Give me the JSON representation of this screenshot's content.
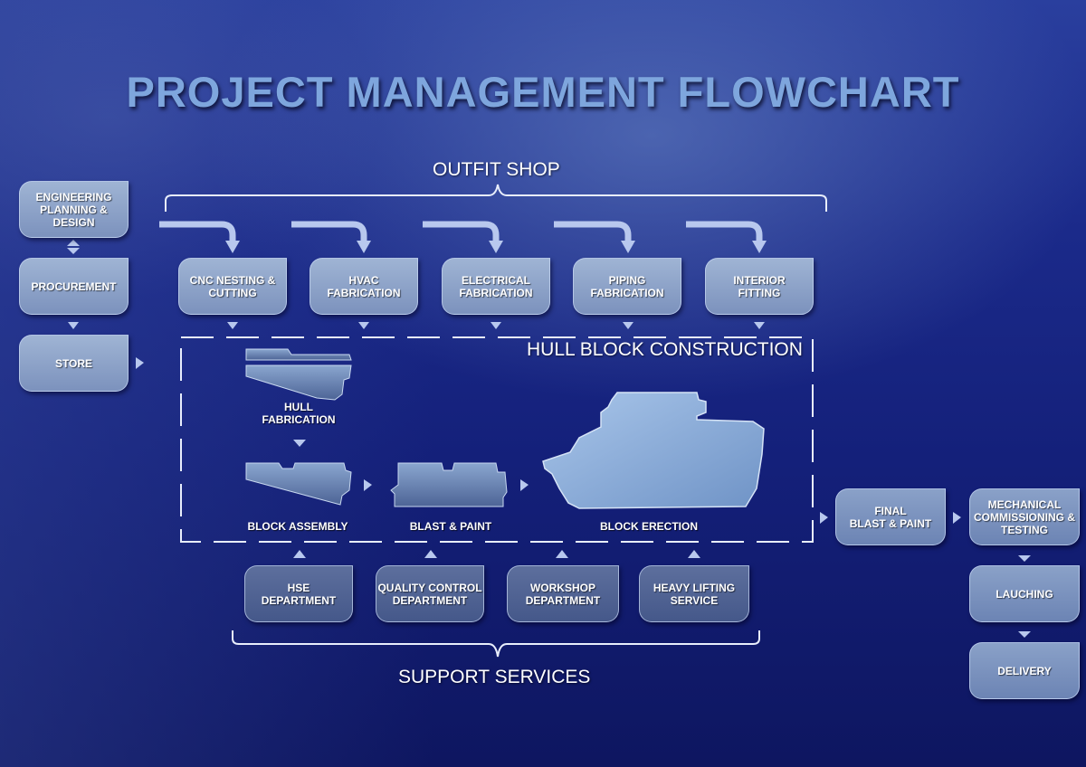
{
  "title": "PROJECT MANAGEMENT FLOWCHART",
  "sections": {
    "outfit_shop": "OUTFIT SHOP",
    "hull_block_construction": "HULL BLOCK CONSTRUCTION",
    "support_services": "SUPPORT SERVICES"
  },
  "left_column": {
    "engineering": "ENGINEERING\nPLANNING &\nDESIGN",
    "procurement": "PROCUREMENT",
    "store": "STORE"
  },
  "outfit_steps": [
    "CNC NESTING &\nCUTTING",
    "HVAC\nFABRICATION",
    "ELECTRICAL\nFABRICATION",
    "PIPING\nFABRICATION",
    "INTERIOR\nFITTING"
  ],
  "hull_steps": {
    "hull_fabrication": "HULL\nFABRICATION",
    "block_assembly": "BLOCK ASSEMBLY",
    "blast_paint": "BLAST & PAINT",
    "block_erection": "BLOCK ERECTION"
  },
  "support_steps": [
    "HSE\nDEPARTMENT",
    "QUALITY CONTROL\nDEPARTMENT",
    "WORKSHOP\nDEPARTMENT",
    "HEAVY LIFTING\nSERVICE"
  ],
  "right_column": {
    "final_blast_paint": "FINAL\nBLAST & PAINT",
    "mechanical": "MECHANICAL\nCOMMISSIONING &\nTESTING",
    "launching": "LAUCHING",
    "delivery": "DELIVERY"
  },
  "colors": {
    "title": "#7ea6dd",
    "box_light": "#9fb4d4",
    "box_dark": "#5d6f9d",
    "arrow": "#b8c8ee",
    "hull_shape": "#8fb0dc"
  }
}
